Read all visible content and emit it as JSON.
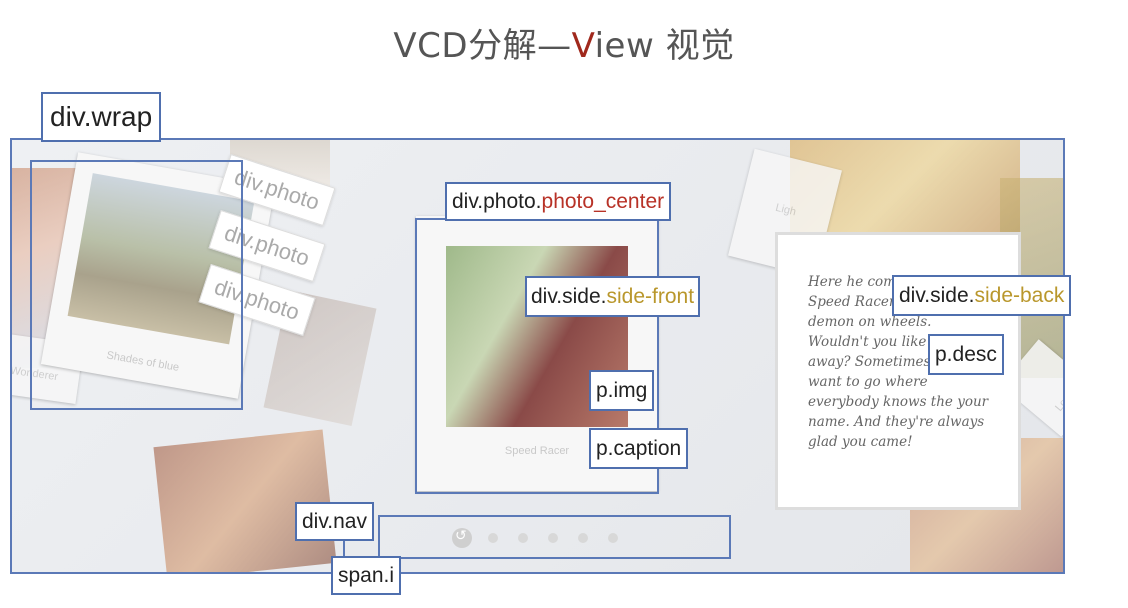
{
  "title": {
    "prefix": "VCD分解—",
    "accent": "V",
    "suffix": "iew 视觉"
  },
  "photos": {
    "shades_caption": "Shades of blue",
    "wonder_caption": "Wonderer",
    "speed_caption": "Speed Racer",
    "right_caption": "Love",
    "light_caption": "Ligh"
  },
  "labels": {
    "wrap": "div.wrap",
    "photo_1": "div.photo",
    "photo_2": "div.photo",
    "photo_3": "div.photo",
    "photo_center_prefix": "div.photo.",
    "photo_center_accent": "photo_center",
    "side_front_prefix": "div.side.",
    "side_front_accent": "side-front",
    "side_back_prefix": "div.side.",
    "side_back_accent": "side-back",
    "img": "p.img",
    "caption": "p.caption",
    "desc": "p.desc",
    "nav": "div.nav",
    "span_i": "span.i"
  },
  "back_desc": "Here he comes\nSpeed Racer\ndemon on wheels.\nWouldn't you like\naway? Sometimes\nwant to go where\neverybody knows the your\nname. And they're always\nglad you came!",
  "colors": {
    "frame": "#5b79b7",
    "accent_red": "#b83227",
    "accent_gold": "#b9972c"
  }
}
